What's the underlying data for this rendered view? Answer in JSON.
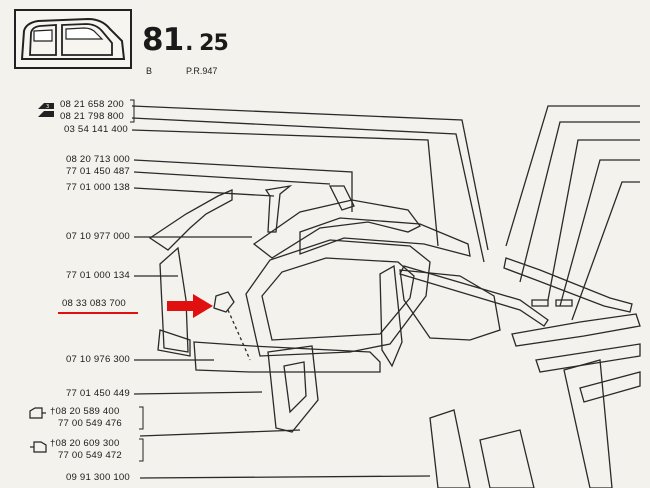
{
  "header": {
    "section_main": "81",
    "section_sub": ". 25",
    "sub_letter": "B",
    "pr_code": "P.R.947"
  },
  "parts": [
    "08 21 658 200",
    "08 21 798 800",
    "03 54 141 400",
    "08 20 713 000",
    "77 01 450 487",
    "77 01 000 138",
    "07 10 977 000",
    "77 01 000 134",
    "08 33 083 700",
    "07 10 976 300",
    "77 01 450 449",
    "†08 20 589 400",
    "77 00 549 476",
    "†08 20 609 300",
    "77 00 549 472",
    "09 91 300 100"
  ],
  "highlight": {
    "part_index": 8,
    "color": "#e01010"
  },
  "icons": [
    "car-thumbnail-icon",
    "door-left-icon",
    "door-right-icon",
    "red-arrow-icon"
  ]
}
